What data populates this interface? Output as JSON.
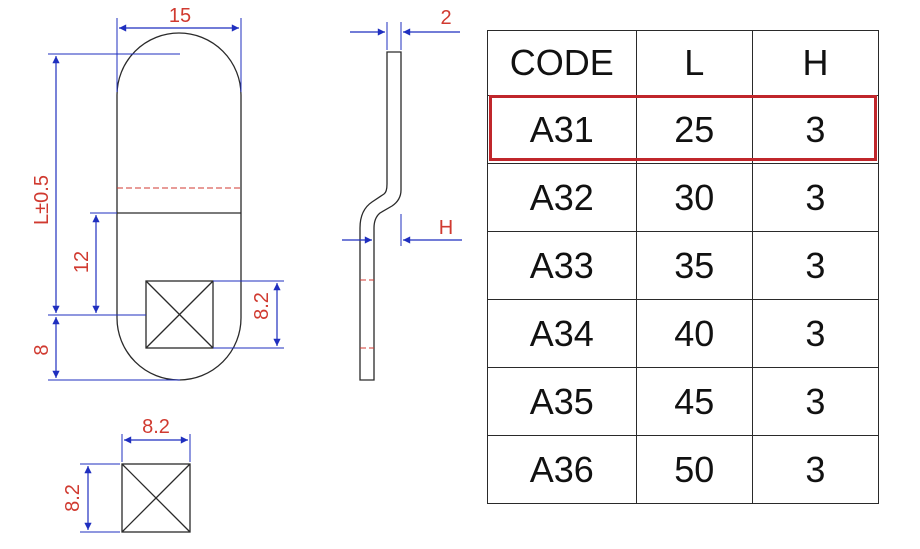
{
  "dimensions": {
    "width": "15",
    "thickness": "2",
    "length": "L±0.5",
    "hole_offset": "12",
    "end_radius": "8",
    "square_size_side": "8.2",
    "height_label": "H",
    "square_detail_width": "8.2",
    "square_detail_height": "8.2"
  },
  "table": {
    "headers": [
      "CODE",
      "L",
      "H"
    ],
    "rows": [
      [
        "A31",
        "25",
        "3"
      ],
      [
        "A32",
        "30",
        "3"
      ],
      [
        "A33",
        "35",
        "3"
      ],
      [
        "A34",
        "40",
        "3"
      ],
      [
        "A35",
        "45",
        "3"
      ],
      [
        "A36",
        "50",
        "3"
      ]
    ],
    "highlighted_row": 0
  },
  "colors": {
    "dimension_line": "#1f2fbf",
    "dimension_text": "#d03a30",
    "outline": "#2a2a2a",
    "highlight": "#c0262b"
  }
}
